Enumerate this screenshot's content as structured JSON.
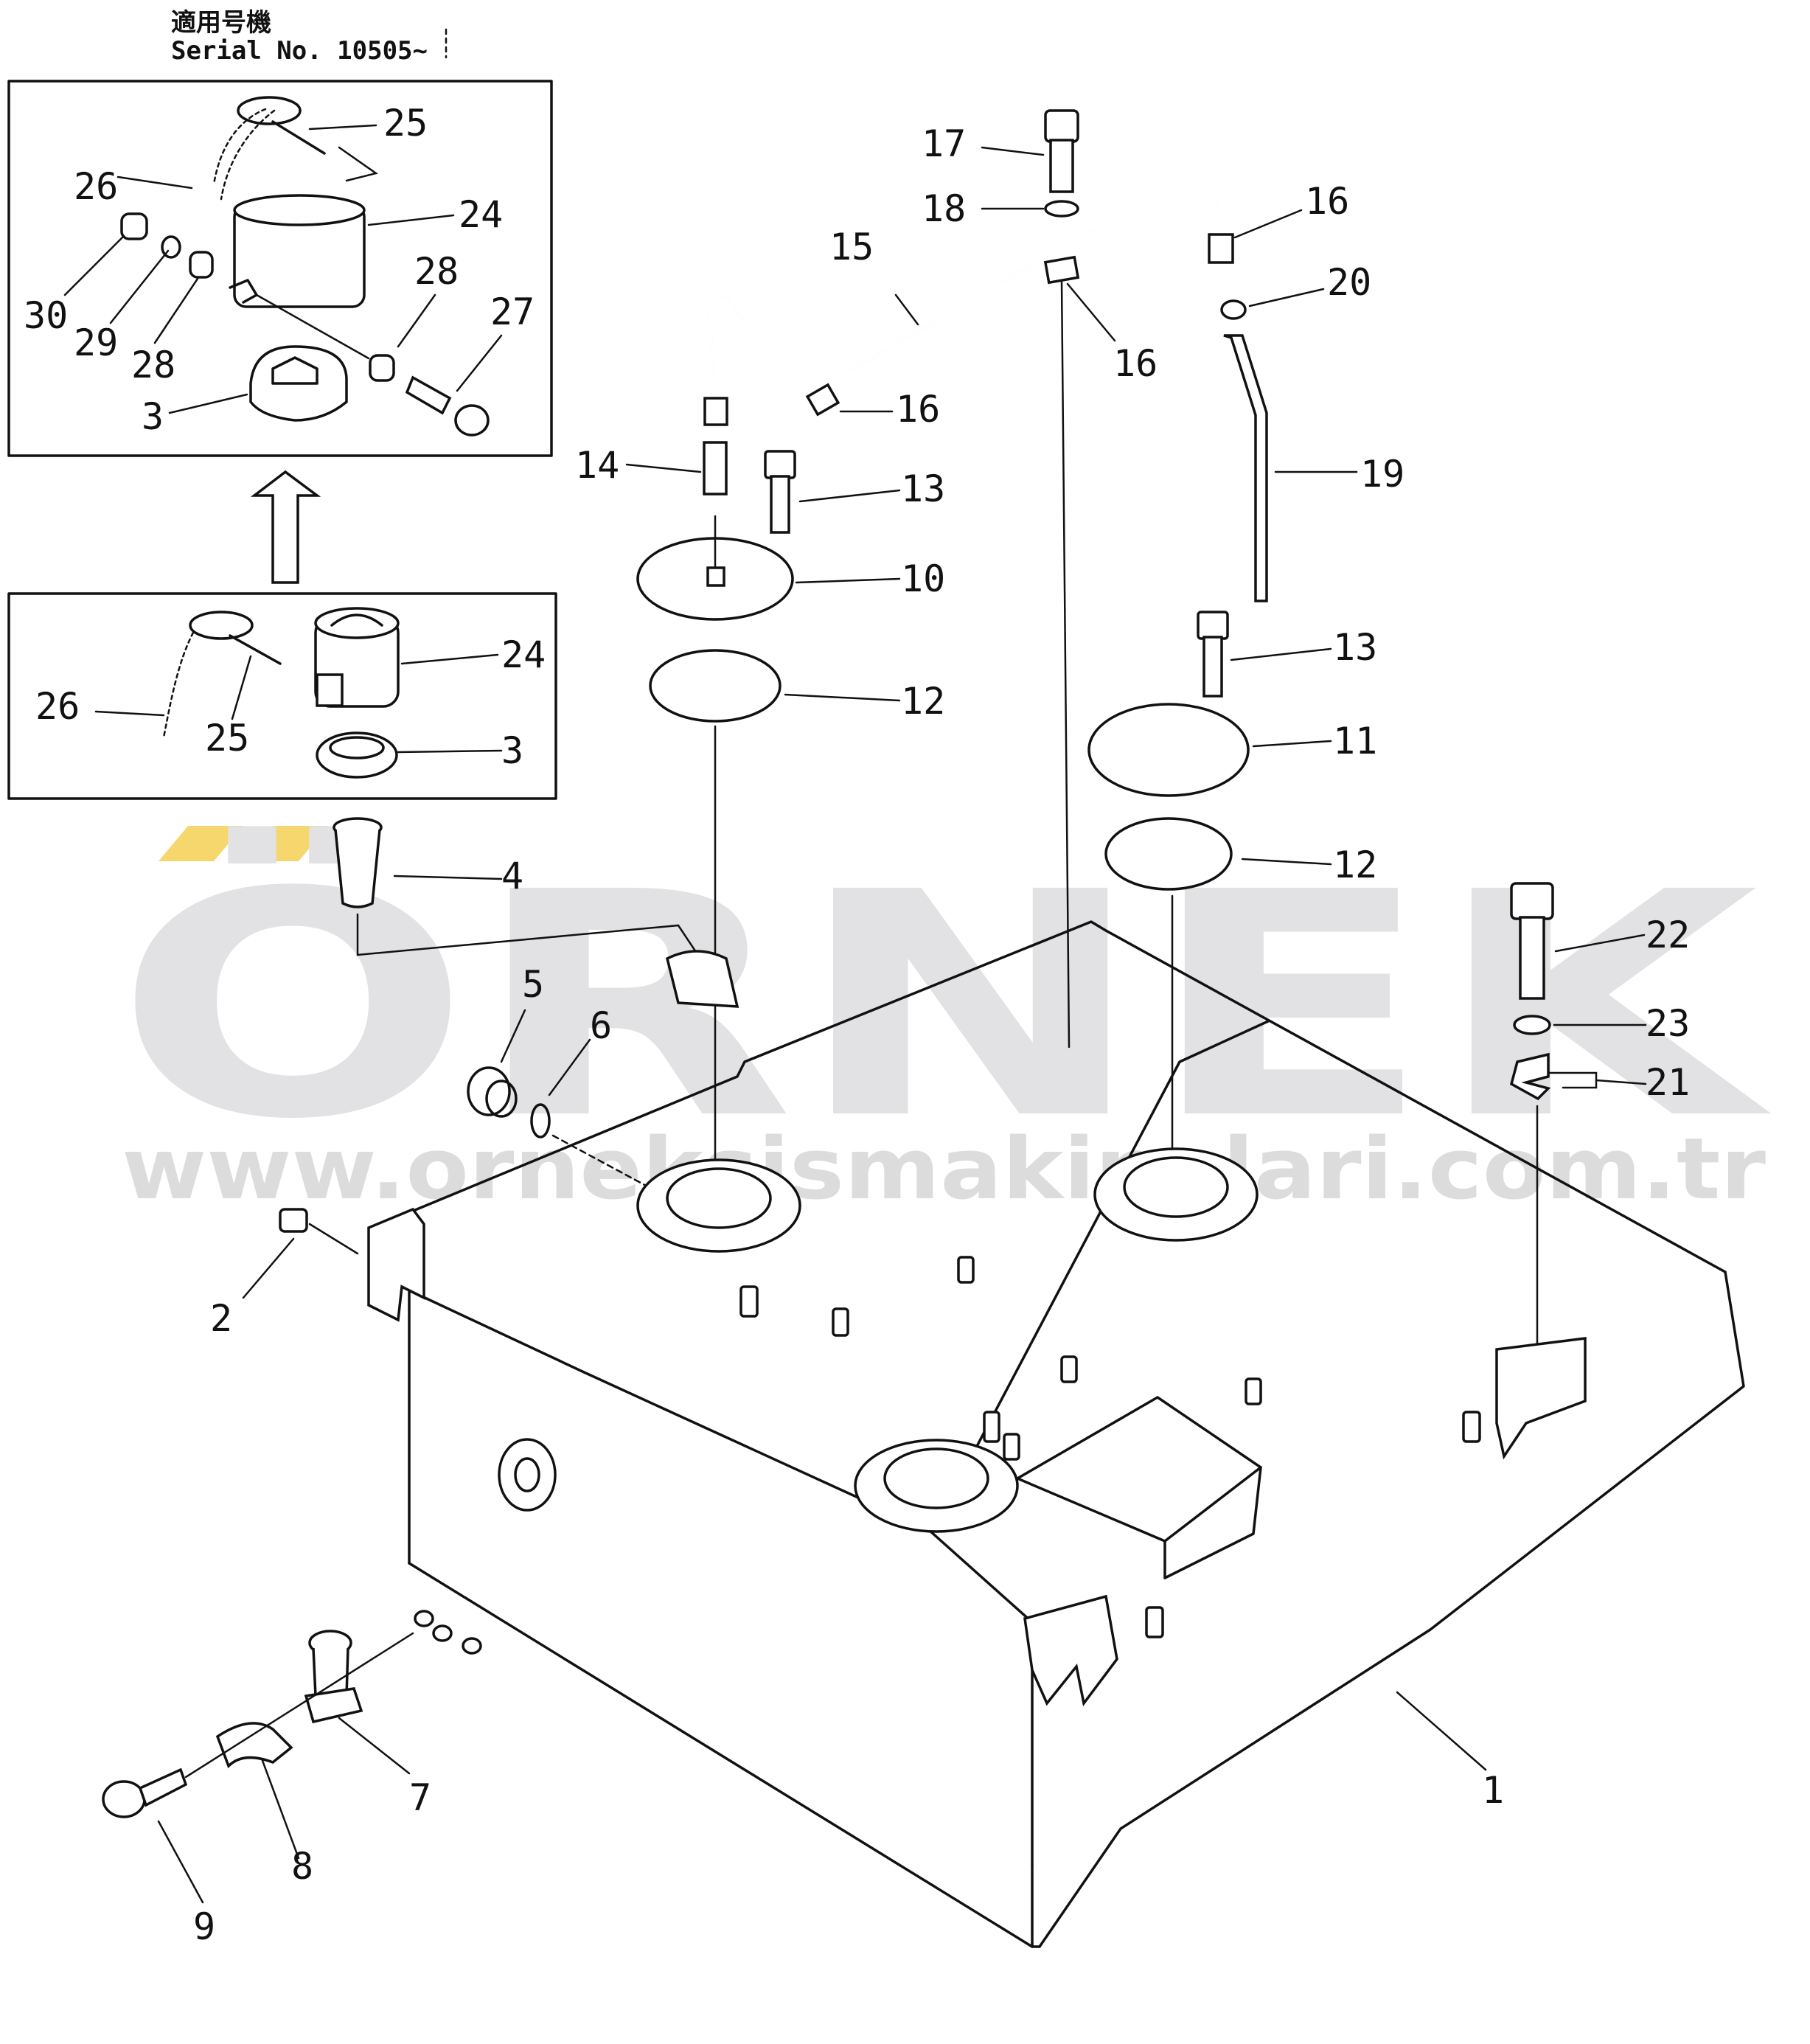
{
  "header": {
    "applicable_model_jp": "適用号機",
    "serial_label": "Serial  No.  10505~"
  },
  "watermark": {
    "brand": "ÖRNEK",
    "url": "www.orneksismakinalari.com.tr",
    "accent_color": "#f5d76e",
    "text_color": "#e2e2e4"
  },
  "callouts": {
    "n1": "1",
    "n2": "2",
    "n3a": "3",
    "n3b": "3",
    "n4": "4",
    "n5": "5",
    "n6": "6",
    "n7": "7",
    "n8": "8",
    "n9": "9",
    "n10": "10",
    "n11": "11",
    "n12a": "12",
    "n12b": "12",
    "n13a": "13",
    "n13b": "13",
    "n14": "14",
    "n15": "15",
    "n16a": "16",
    "n16b": "16",
    "n16c": "16",
    "n17": "17",
    "n18": "18",
    "n19": "19",
    "n20": "20",
    "n21": "21",
    "n22": "22",
    "n23": "23",
    "n24a": "24",
    "n24b": "24",
    "n25a": "25",
    "n25b": "25",
    "n26a": "26",
    "n26b": "26",
    "n27": "27",
    "n28a": "28",
    "n28b": "28",
    "n29": "29",
    "n30": "30"
  }
}
